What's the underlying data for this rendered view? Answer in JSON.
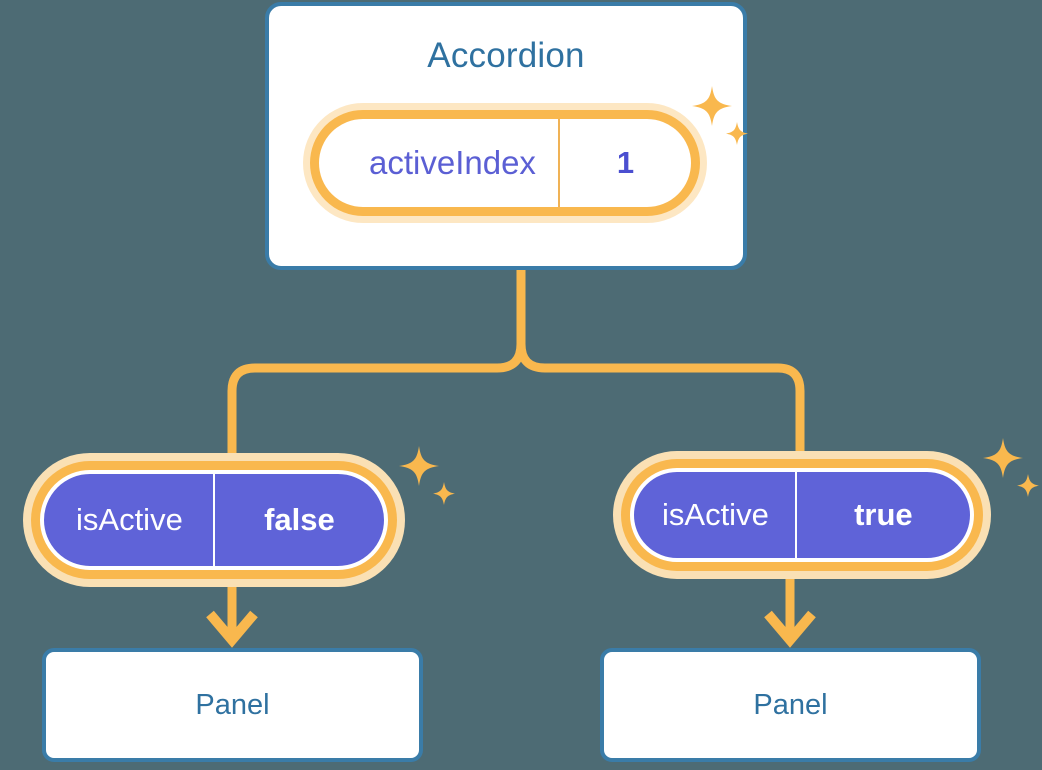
{
  "theme": {
    "background": "#4d6b74",
    "card_border": "#3a7ca8",
    "card_background": "#ffffff",
    "title_text": "#2f71a0",
    "accent_orange": "#f9b84e",
    "accent_orange_soft": "#fae0b4",
    "prop_purple": "#5f63d8",
    "prop_text_purple": "#5b5fd4",
    "wire": "#f9b84e"
  },
  "diagram": {
    "type": "component-tree",
    "root": {
      "name": "accordion-component",
      "title": "Accordion",
      "prop": {
        "key": "activeIndex",
        "value": "1",
        "style": "light",
        "highlighted": true
      }
    },
    "children": [
      {
        "name": "panel-left",
        "title": "Panel",
        "prop": {
          "key": "isActive",
          "value": "false",
          "style": "filled",
          "highlighted": true
        }
      },
      {
        "name": "panel-right",
        "title": "Panel",
        "prop": {
          "key": "isActive",
          "value": "true",
          "style": "filled",
          "highlighted": true
        }
      }
    ],
    "decorations": [
      {
        "name": "sparkle-accordion",
        "icon": "sparkle-icon"
      },
      {
        "name": "sparkle-left",
        "icon": "sparkle-icon"
      },
      {
        "name": "sparkle-right",
        "icon": "sparkle-icon"
      }
    ],
    "connectors": [
      {
        "name": "root-to-split",
        "icon": "elbow-connector-icon"
      },
      {
        "name": "split-to-left",
        "icon": "elbow-connector-icon"
      },
      {
        "name": "split-to-right",
        "icon": "elbow-connector-icon"
      },
      {
        "name": "left-pill-to-panel",
        "icon": "arrow-down-icon"
      },
      {
        "name": "right-pill-to-panel",
        "icon": "arrow-down-icon"
      }
    ]
  }
}
